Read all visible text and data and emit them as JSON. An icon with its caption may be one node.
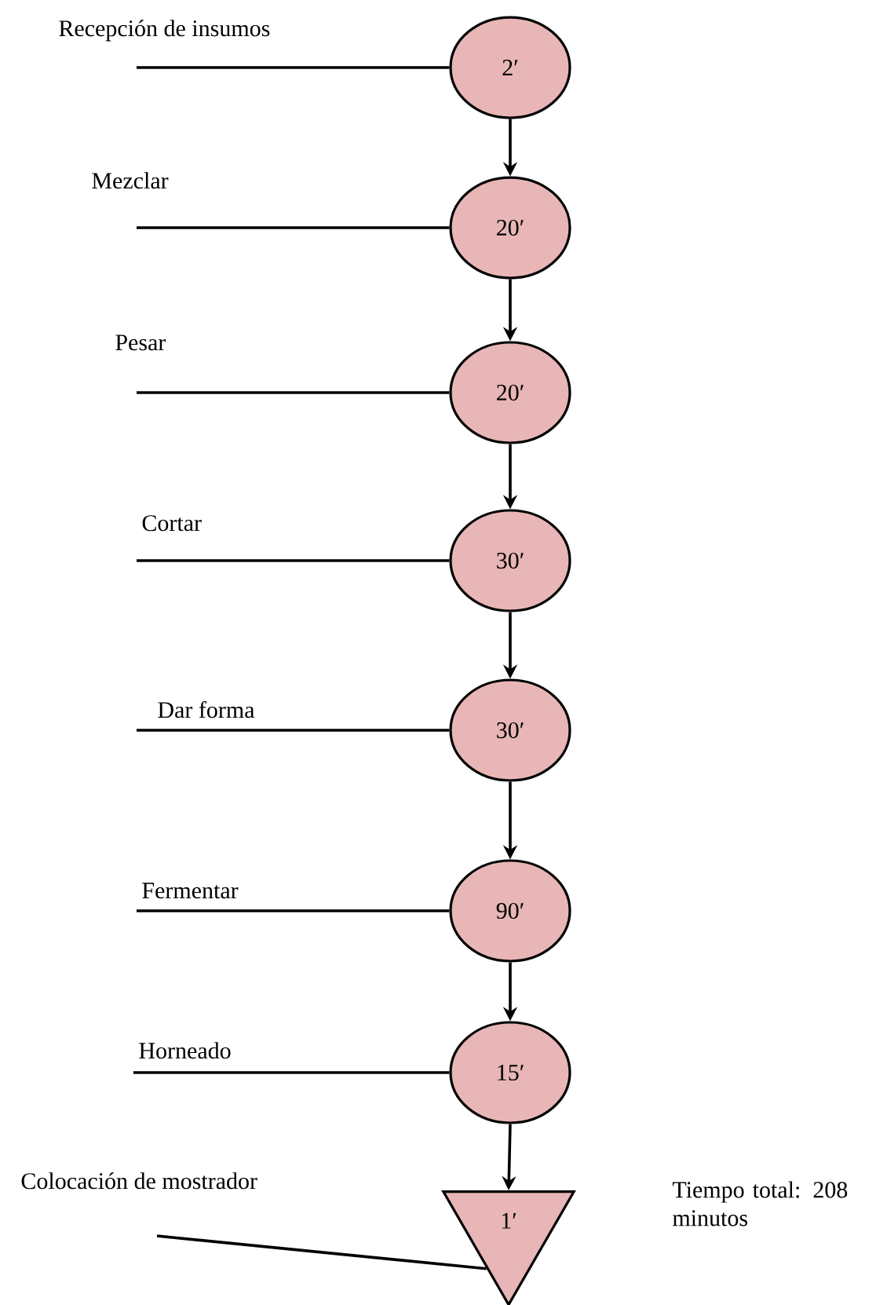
{
  "diagram": {
    "nodes": [
      {
        "text": [
          "2′"
        ]
      },
      {
        "text": [
          "20′"
        ]
      },
      {
        "text": [
          "20′"
        ]
      },
      {
        "text": [
          "30′"
        ]
      },
      {
        "text": [
          "30′"
        ]
      },
      {
        "text": [
          "90′"
        ]
      },
      {
        "text": [
          "15′"
        ]
      },
      {
        "text": [
          "1′"
        ]
      }
    ],
    "edges": [
      {
        "from": 0,
        "to": 1,
        "arrow": "to"
      },
      {
        "from": 1,
        "to": 2,
        "arrow": "to"
      },
      {
        "from": 2,
        "to": 3,
        "arrow": "to"
      },
      {
        "from": 3,
        "to": 4,
        "arrow": "to"
      },
      {
        "from": 4,
        "to": 5,
        "arrow": "to"
      },
      {
        "from": 5,
        "to": 6,
        "arrow": "to"
      },
      {
        "from": 6,
        "to": 7,
        "arrow": "to"
      },
      {
        "from": null,
        "to": 0,
        "arrow": "none",
        "label": "Recepción de insumos"
      },
      {
        "from": null,
        "to": 1,
        "arrow": "none",
        "label": "Mezclar"
      },
      {
        "from": null,
        "to": 2,
        "arrow": "none",
        "label": "Pesar"
      },
      {
        "from": null,
        "to": 3,
        "arrow": "none",
        "label": "Cortar"
      },
      {
        "from": null,
        "to": 4,
        "arrow": "none",
        "label": "Dar forma"
      },
      {
        "from": null,
        "to": 5,
        "arrow": "none",
        "label": "Fermentar"
      },
      {
        "from": null,
        "to": 6,
        "arrow": "none",
        "label": "Horneado"
      },
      {
        "from": null,
        "to": 7,
        "arrow": "none",
        "label": "Colocación de mostrador"
      }
    ],
    "labels": [
      "Tiempo total: 208 minutos"
    ]
  }
}
